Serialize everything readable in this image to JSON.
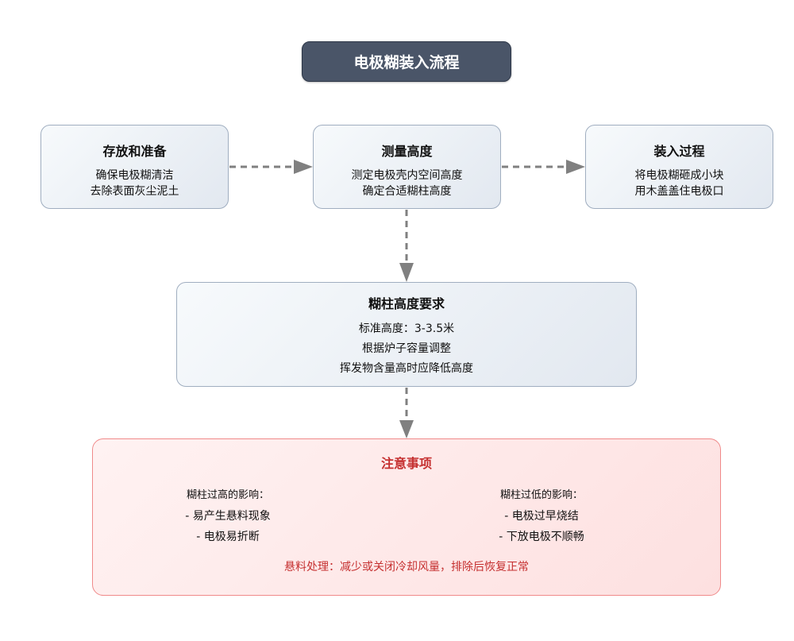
{
  "diagram": {
    "title": "电极糊装入流程",
    "nodes": [
      {
        "id": "storage",
        "title": "存放和准备",
        "lines": [
          "确保电极糊清洁",
          "去除表面灰尘泥土"
        ]
      },
      {
        "id": "measure",
        "title": "测量高度",
        "lines": [
          "测定电极壳内空间高度",
          "确定合适糊柱高度"
        ]
      },
      {
        "id": "loading",
        "title": "装入过程",
        "lines": [
          "将电极糊砸成小块",
          "用木盖盖住电极口"
        ]
      },
      {
        "id": "height-req",
        "title": "糊柱高度要求",
        "lines": [
          "标准高度：3-3.5米",
          "根据炉子容量调整",
          "挥发物含量高时应降低高度"
        ]
      }
    ],
    "edges": [
      {
        "from": "storage",
        "to": "measure",
        "style": "dashed"
      },
      {
        "from": "measure",
        "to": "loading",
        "style": "dashed"
      },
      {
        "from": "measure",
        "to": "height-req",
        "style": "dashed"
      },
      {
        "from": "height-req",
        "to": "notes",
        "style": "dashed"
      }
    ],
    "notes": {
      "title": "注意事项",
      "left": {
        "heading": "糊柱过高的影响：",
        "items": [
          "- 易产生悬料现象",
          "- 电极易折断"
        ]
      },
      "right": {
        "heading": "糊柱过低的影响：",
        "items": [
          "- 电极过早烧结",
          "- 下放电极不顺畅"
        ]
      },
      "footer": "悬料处理：减少或关闭冷却风量，排除后恢复正常"
    },
    "colors": {
      "title_bg": "#4a5568",
      "node_border": "#a0aec0",
      "warn_border": "#f08a8a",
      "warn_text": "#c53030",
      "arrow": "#808080"
    }
  }
}
